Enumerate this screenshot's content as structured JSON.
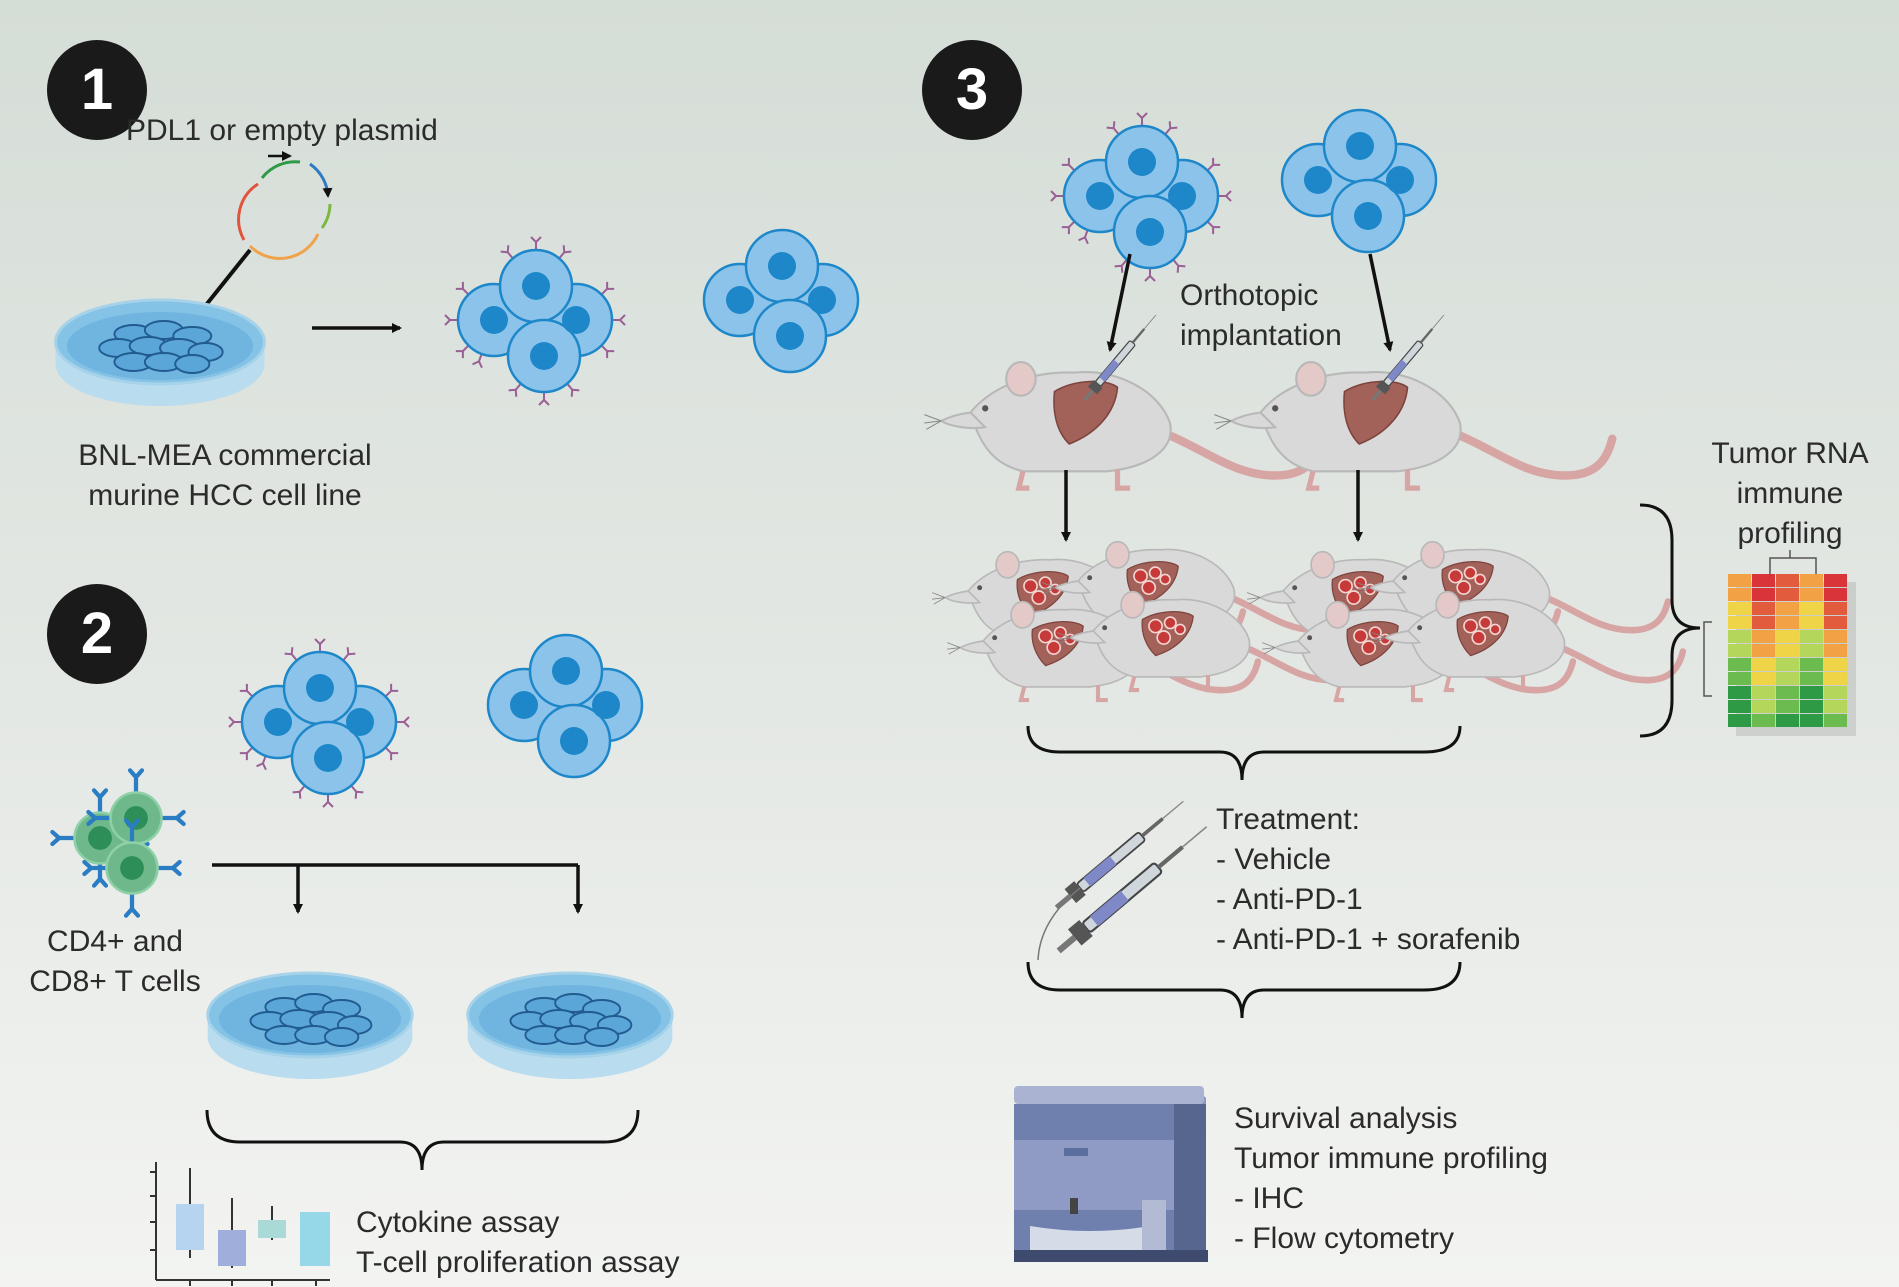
{
  "steps": [
    "1",
    "2",
    "3"
  ],
  "step1": {
    "plasmid_label": "PDL1 or empty plasmid",
    "cell_line_label": [
      "BNL-MEA commercial",
      "murine HCC cell line"
    ]
  },
  "step2": {
    "tcells_label": [
      "CD4+ and",
      "CD8+ T cells"
    ],
    "assays": [
      "Cytokine assay",
      "T-cell proliferation assay"
    ]
  },
  "step3": {
    "implant_label": [
      "Orthotopic",
      "implantation"
    ],
    "profiling_label": [
      "Tumor RNA",
      "immune",
      "profiling"
    ],
    "treatment_title": "Treatment:",
    "treatments": [
      "- Vehicle",
      "- Anti-PD-1",
      "- Anti-PD-1 + sorafenib"
    ],
    "analysis": [
      "Survival analysis",
      "Tumor immune profiling",
      "- IHC",
      "- Flow cytometry"
    ]
  },
  "colors": {
    "cell_fill": "#8cc3ea",
    "cell_nucleus": "#1d87c9",
    "pdl1_receptor": "#9a5f95",
    "dish": "#84c3e6",
    "mouse_body": "#d9d9d9",
    "liver": "#a2625a",
    "tumor": "#c63a3a",
    "tcell_green": "#6fb88c",
    "tcell_receptor": "#2a7cc3",
    "instrument": "#5b6f9e",
    "arrow": "#111111"
  },
  "icons": [
    "plasmid-icon",
    "petri-dish-icon",
    "pdl1-cell-cluster-icon",
    "plain-cell-cluster-icon",
    "t-cell-icon",
    "mouse-icon",
    "tumor-bearing-mouse-icon",
    "syringe-icon",
    "box-plot-icon",
    "heatmap-icon",
    "flow-cytometer-icon"
  ]
}
